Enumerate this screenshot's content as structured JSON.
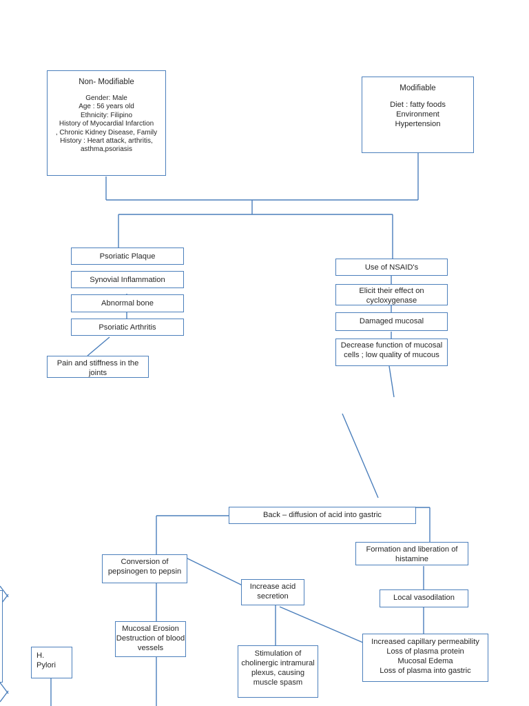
{
  "diagram": {
    "title": "Pathophysiology concept map",
    "accent_color": "#4a7ebb",
    "text_color": "#262626",
    "background": "#ffffff"
  },
  "nodes": {
    "non_modifiable": {
      "heading": "Non- Modifiable",
      "body": "Gender: Male\nAge : 56 years old\nEthnicity: Filipino\nHistory of Myocardial Infarction\n, Chronic Kidney Disease, Family History : Heart attack, arthritis, asthma,psoriasis"
    },
    "modifiable": {
      "heading": "Modifiable",
      "body": "Diet : fatty foods\nEnvironment\nHypertension"
    },
    "psoriatic_plaque": {
      "label": "Psoriatic Plaque"
    },
    "synovial_inflammation": {
      "label": "Synovial Inflammation"
    },
    "abnormal_bone": {
      "label": "Abnormal bone"
    },
    "psoriatic_arthritis": {
      "label": "Psoriatic Arthritis"
    },
    "pain_stiffness": {
      "label": "Pain and stiffness in the joints"
    },
    "use_of_nsaids": {
      "label": "Use of NSAID's"
    },
    "elicit_effect": {
      "label": "Elicit their effect on cycloxygenase"
    },
    "damaged_mucosal": {
      "label": "Damaged mucosal"
    },
    "decrease_function": {
      "label": "Decrease function of mucosal cells ; low quality of mucous"
    },
    "back_diffusion": {
      "label": "Back – diffusion of acid into gastric"
    },
    "conversion_pepsinogen": {
      "label": "Conversion of pepsinogen to pepsin"
    },
    "increase_acid": {
      "label": "Increase acid secretion"
    },
    "formation_histamine": {
      "label": "Formation and liberation of histamine"
    },
    "local_vasodilation": {
      "label": "Local vasodilation"
    },
    "mucosal_erosion": {
      "label": "Mucosal Erosion Destruction of blood vessels"
    },
    "stimulation_cholinergic": {
      "label": "Stimulation of cholinergic intramural plexus, causing muscle spasm"
    },
    "increased_capillary": {
      "label": "Increased capillary permeability\nLoss of plasma protein\nMucosal Edema\nLoss of plasma into gastric"
    },
    "h_pylori": {
      "label": "H.\nPylori"
    },
    "edge_clipped": {
      "label": ""
    }
  }
}
